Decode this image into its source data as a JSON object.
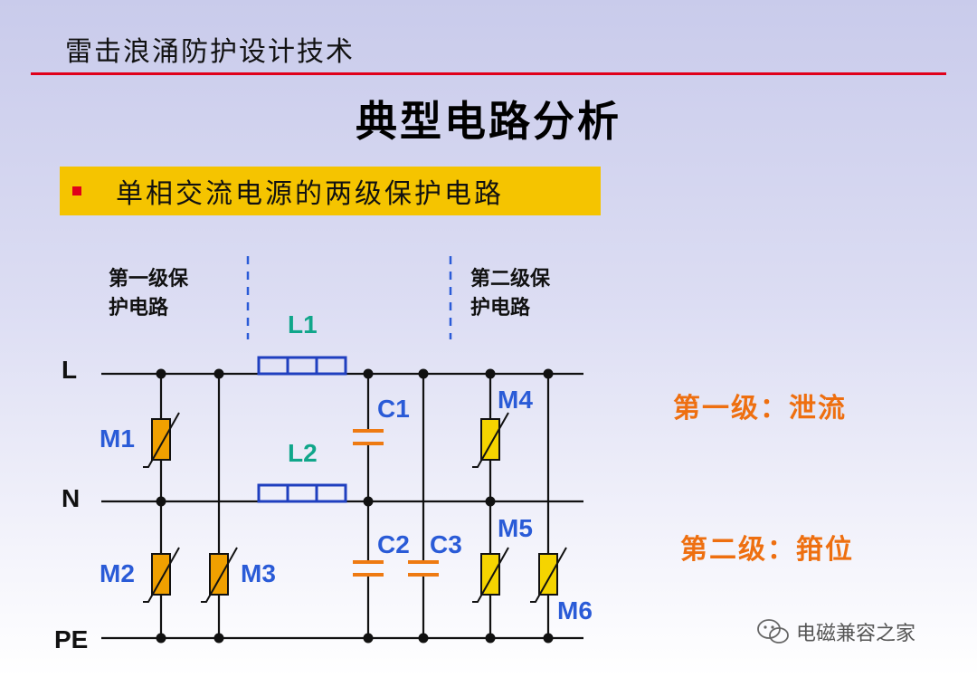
{
  "header": {
    "title": "雷击浪涌防护设计技术"
  },
  "title": "典型电路分析",
  "subtitle": "单相交流电源的两级保护电路",
  "diagram": {
    "stage1": {
      "line1": "第一级保",
      "line2": "护电路"
    },
    "stage2": {
      "line1": "第二级保",
      "line2": "护电路"
    },
    "lines": {
      "L": "L",
      "N": "N",
      "PE": "PE"
    },
    "inductors": {
      "L1": "L1",
      "L2": "L2"
    },
    "capacitors": {
      "C1": "C1",
      "C2": "C2",
      "C3": "C3"
    },
    "varistors": {
      "M1": "M1",
      "M2": "M2",
      "M3": "M3",
      "M4": "M4",
      "M5": "M5",
      "M6": "M6"
    },
    "colors": {
      "inductor": "#1f3fbf",
      "capacitor": "#ee7a12",
      "varistor_stage1": "#f0a000",
      "varistor_stage2": "#f5d400",
      "component_label": "#2a5bd7",
      "inductor_label": "#10a68a"
    }
  },
  "notes": {
    "first": "第一级：泄流",
    "second": "第二级：箝位"
  },
  "watermark": "电磁兼容之家",
  "colors": {
    "rule": "#e0001a",
    "subtitle_bg": "#f5c400",
    "note": "#ee6f10"
  }
}
